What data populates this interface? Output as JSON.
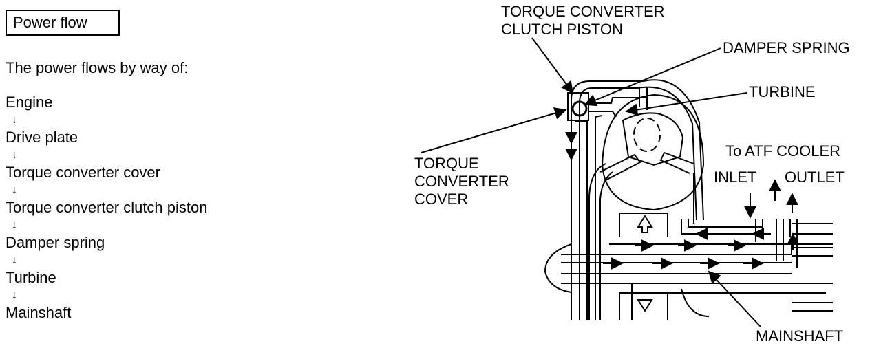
{
  "header": {
    "badge_label": "Power flow"
  },
  "intro_text": "The power flows by way of:",
  "flow_steps": [
    "Engine",
    "Drive plate",
    "Torque converter cover",
    "Torque converter clutch piston",
    "Damper spring",
    "Turbine",
    "Mainshaft"
  ],
  "flow_arrow_glyph": "↓",
  "diagram": {
    "labels": {
      "clutch_piston_line1": "TORQUE CONVERTER",
      "clutch_piston_line2": "CLUTCH PISTON",
      "damper_spring": "DAMPER SPRING",
      "turbine": "TURBINE",
      "cover_line1": "TORQUE",
      "cover_line2": "CONVERTER",
      "cover_line3": "COVER",
      "atf_cooler": "To ATF COOLER",
      "inlet": "INLET",
      "outlet": "OUTLET",
      "mainshaft": "MAINSHAFT"
    }
  }
}
